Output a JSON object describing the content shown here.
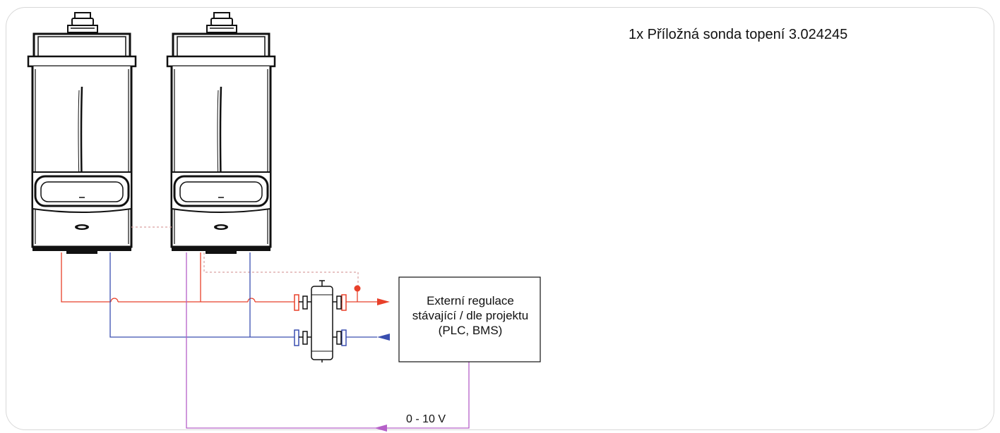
{
  "note": "1x Příložná sonda topení 3.024245",
  "regulator": {
    "line1": "Externí regulace",
    "line2": "stávající / dle projektu",
    "line3": "(PLC, BMS)"
  },
  "signal": "0 - 10 V",
  "colors": {
    "flow": "#e8402a",
    "return": "#3a4fb0",
    "signal": "#b560c8",
    "probe_wire": "#d9a0a0"
  }
}
